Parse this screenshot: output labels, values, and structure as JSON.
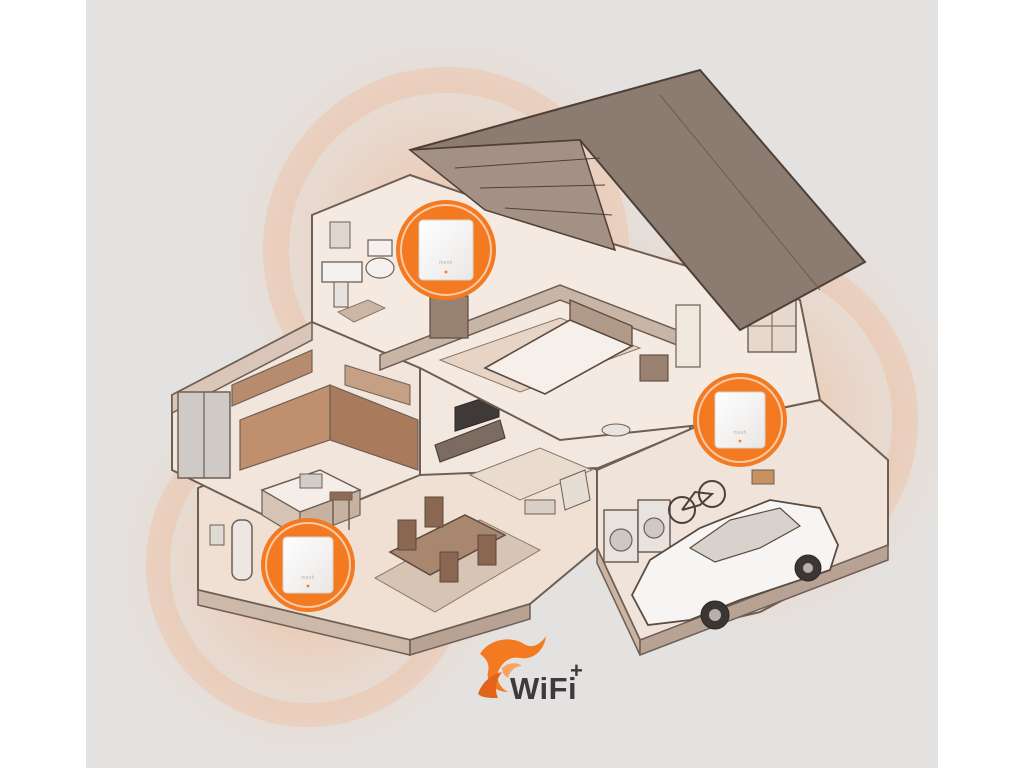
{
  "colors": {
    "accent": "#f47a22",
    "signal": "#f5b48a",
    "background": "#e4e2e0",
    "line": "#6e5f55",
    "roof": "#8c7b70",
    "floor": "#e9d3c2"
  },
  "mesh_nodes": [
    {
      "id": "upstairs-bathroom",
      "label": "mesh"
    },
    {
      "id": "garage",
      "label": "mesh"
    },
    {
      "id": "ground-floor",
      "label": "mesh"
    }
  ],
  "logo": {
    "text": "WiFi",
    "superscript": "+",
    "icon": "swirl-logo-icon"
  }
}
